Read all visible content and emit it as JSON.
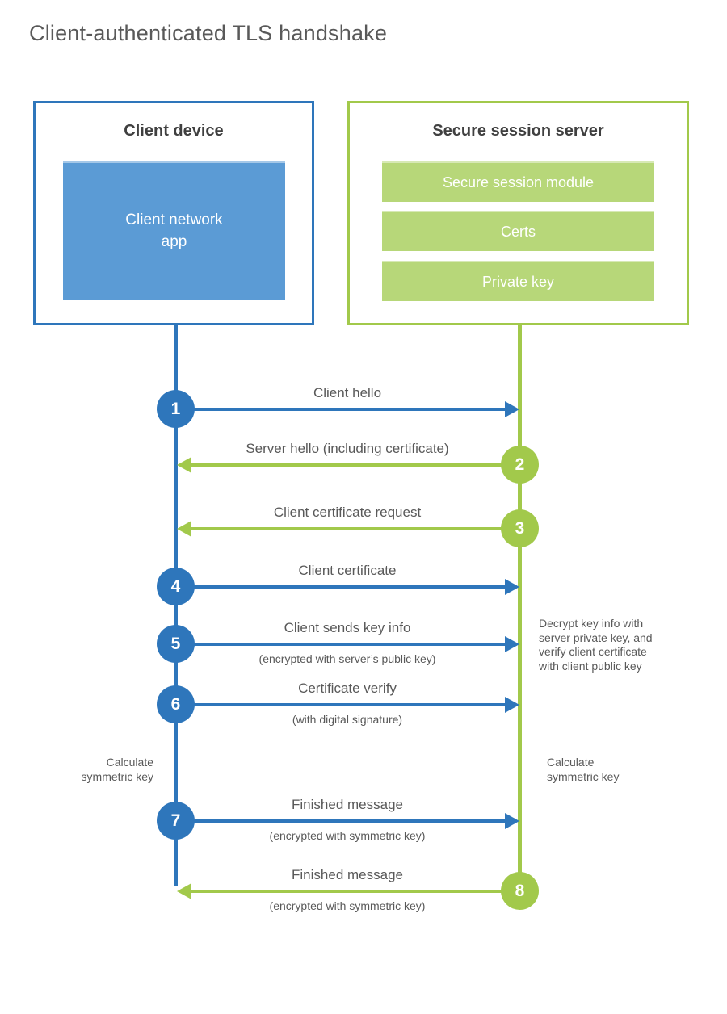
{
  "title": "Client-authenticated TLS handshake",
  "colors": {
    "blue": "#2E76BB",
    "blue_fill": "#5B9BD5",
    "green": "#A2C94B",
    "green_fill": "#B7D779",
    "text": "#595959",
    "heading": "#404040"
  },
  "client_box": {
    "title": "Client device",
    "inner_label": "Client network\napp"
  },
  "server_box": {
    "title": "Secure session server",
    "modules": [
      "Secure session module",
      "Certs",
      "Private key"
    ]
  },
  "steps": [
    {
      "num": "1",
      "direction": "right",
      "color": "blue",
      "label": "Client hello",
      "sub": ""
    },
    {
      "num": "2",
      "direction": "left",
      "color": "green",
      "label": "Server hello (including certificate)",
      "sub": ""
    },
    {
      "num": "3",
      "direction": "left",
      "color": "green",
      "label": "Client certificate request",
      "sub": ""
    },
    {
      "num": "4",
      "direction": "right",
      "color": "blue",
      "label": "Client certificate",
      "sub": ""
    },
    {
      "num": "5",
      "direction": "right",
      "color": "blue",
      "label": "Client sends key info",
      "sub": "(encrypted with server’s public key)"
    },
    {
      "num": "6",
      "direction": "right",
      "color": "blue",
      "label": "Certificate verify",
      "sub": "(with digital signature)"
    },
    {
      "num": "7",
      "direction": "right",
      "color": "blue",
      "label": "Finished message",
      "sub": "(encrypted with symmetric key)"
    },
    {
      "num": "8",
      "direction": "left",
      "color": "green",
      "label": "Finished message",
      "sub": "(encrypted with symmetric key)"
    }
  ],
  "annotations": {
    "decrypt": "Decrypt key info with\nserver private key, and\nverify client certificate\nwith client public key",
    "calc_left": "Calculate\nsymmetric key",
    "calc_right": "Calculate\nsymmetric key"
  }
}
